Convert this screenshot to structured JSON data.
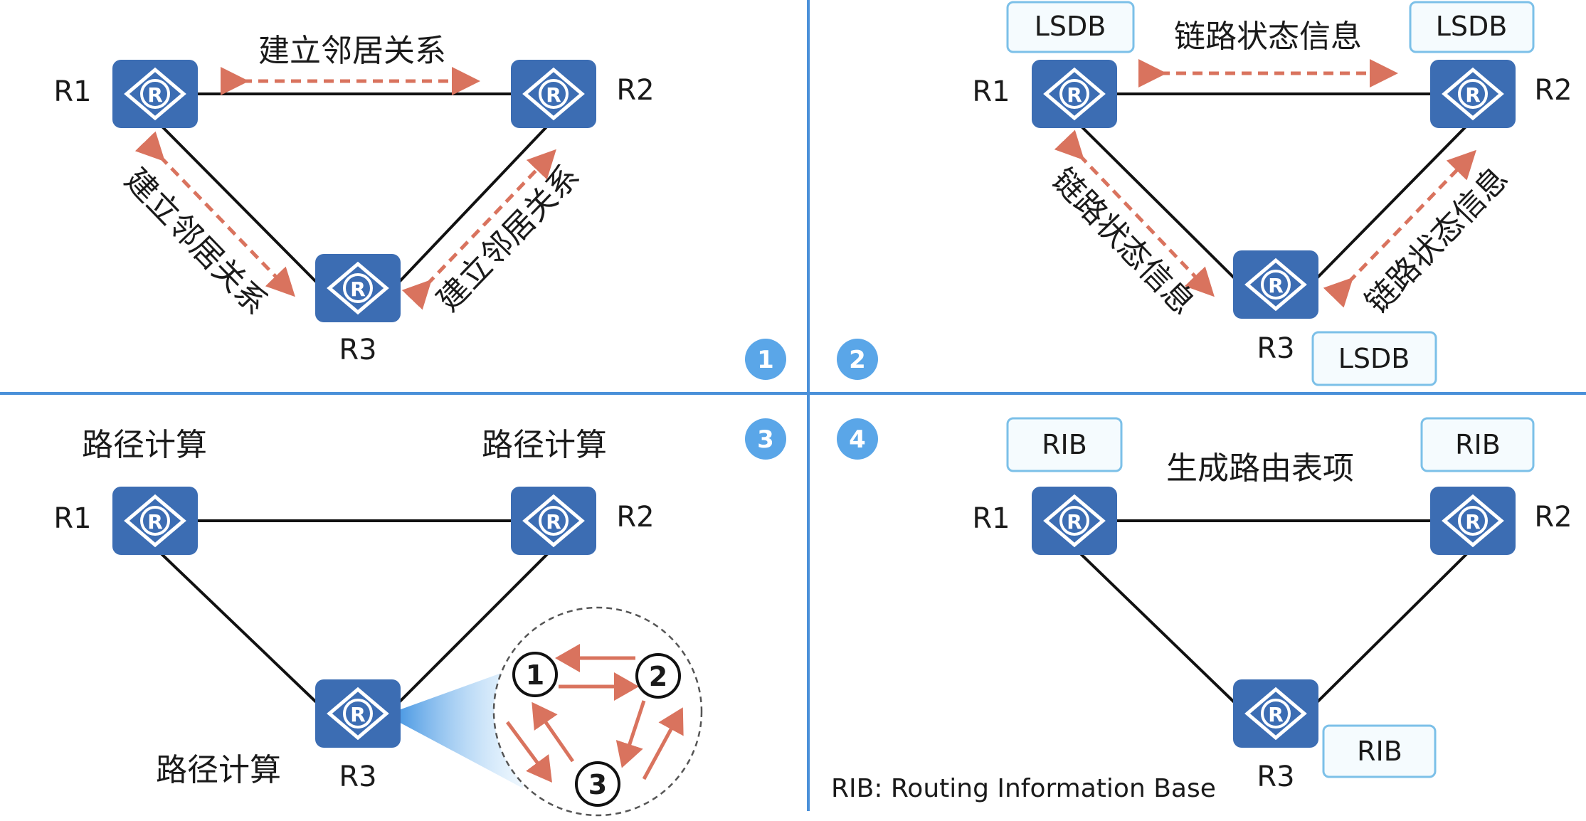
{
  "routers": {
    "r1": "R1",
    "r2": "R2",
    "r3": "R3"
  },
  "steps": [
    "1",
    "2",
    "3",
    "4"
  ],
  "panel1": {
    "top_label": "建立邻居关系",
    "left_label": "建立邻居关系",
    "right_label": "建立邻居关系"
  },
  "panel2": {
    "top_label": "链路状态信息",
    "left_label": "链路状态信息",
    "right_label": "链路状态信息",
    "box_r1": "LSDB",
    "box_r2": "LSDB",
    "box_r3": "LSDB"
  },
  "panel3": {
    "label_r1": "路径计算",
    "label_r2": "路径计算",
    "label_r3": "路径计算",
    "graph_nodes": [
      "1",
      "2",
      "3"
    ]
  },
  "panel4": {
    "top_label": "生成路由表项",
    "box_r1": "RIB",
    "box_r2": "RIB",
    "box_r3": "RIB",
    "footnote": "RIB: Routing Information Base"
  },
  "colors": {
    "router_fill": "#3c6db3",
    "divider": "#4a90d9",
    "step_badge": "#5aa6e8",
    "arrow": "#d9735e",
    "box_border": "#7cc0e8",
    "box_fill": "#f5fbfe"
  },
  "icons": {
    "router": "router-diamond-r-icon"
  }
}
